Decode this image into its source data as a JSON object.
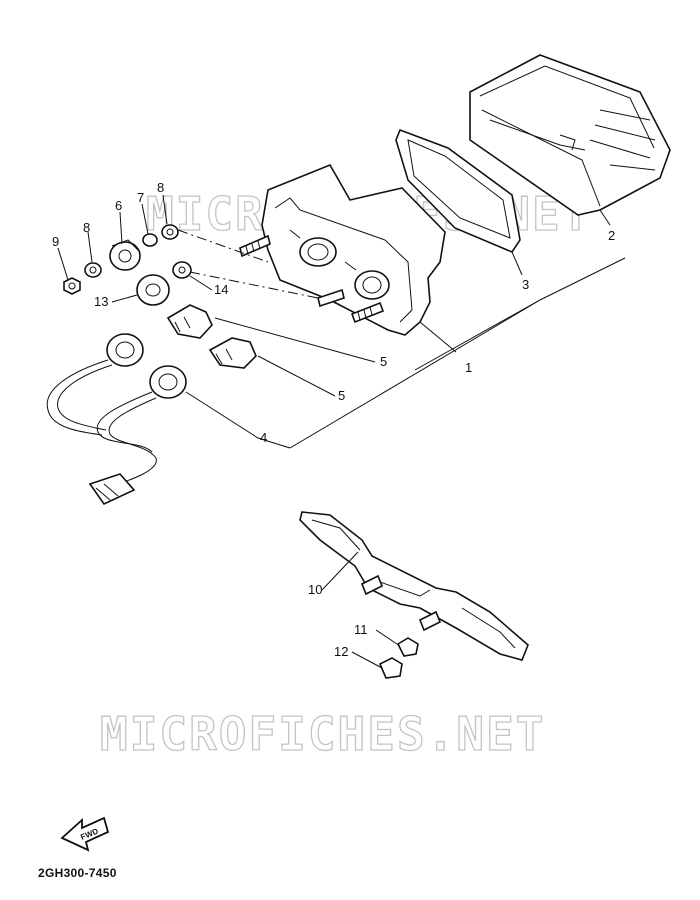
{
  "watermark": "MICROFICHES.NET",
  "diagram_code": "2GH300-7450",
  "fwd_label": "FWD",
  "callouts": [
    {
      "id": "1",
      "text": "1"
    },
    {
      "id": "2",
      "text": "2"
    },
    {
      "id": "3",
      "text": "3"
    },
    {
      "id": "4",
      "text": "4"
    },
    {
      "id": "5a",
      "text": "5"
    },
    {
      "id": "5b",
      "text": "5"
    },
    {
      "id": "6",
      "text": "6"
    },
    {
      "id": "7",
      "text": "7"
    },
    {
      "id": "8a",
      "text": "8"
    },
    {
      "id": "8b",
      "text": "8"
    },
    {
      "id": "9",
      "text": "9"
    },
    {
      "id": "10",
      "text": "10"
    },
    {
      "id": "11",
      "text": "11"
    },
    {
      "id": "12",
      "text": "12"
    },
    {
      "id": "13",
      "text": "13"
    },
    {
      "id": "14",
      "text": "14"
    }
  ]
}
